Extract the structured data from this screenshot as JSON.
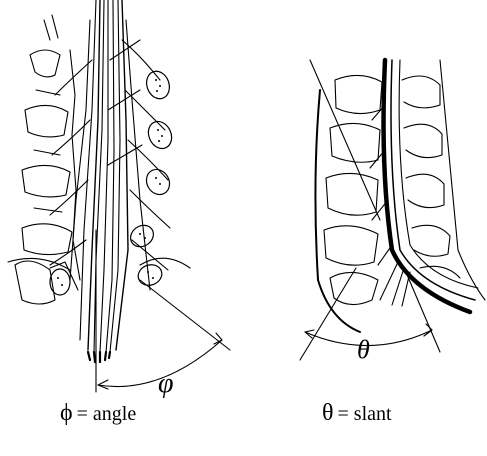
{
  "left_panel": {
    "angle_symbol": "φ"
  },
  "right_panel": {
    "slant_symbol": "θ"
  },
  "captions": {
    "left": {
      "symbol": "ϕ",
      "text": "= angle"
    },
    "right": {
      "symbol": "θ",
      "text": "= slant"
    }
  },
  "colors": {
    "ink": "#000000",
    "background": "#ffffff"
  }
}
